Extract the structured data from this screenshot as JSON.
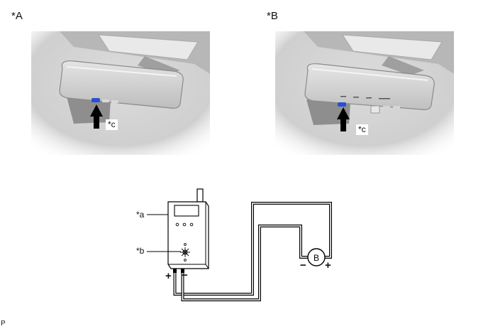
{
  "views": [
    {
      "label": "*A",
      "callout": "*c"
    },
    {
      "label": "*B",
      "callout": "*c"
    }
  ],
  "schematic": {
    "label_a": "*a",
    "label_b": "*b",
    "bulb": "B",
    "meter_plus": "+",
    "meter_minus": "−",
    "bulb_minus": "−",
    "bulb_plus": "+"
  },
  "footer_code": "P",
  "colors": {
    "button_blue": "#2a4fd0",
    "photo_bg": "#cfcfcf"
  }
}
